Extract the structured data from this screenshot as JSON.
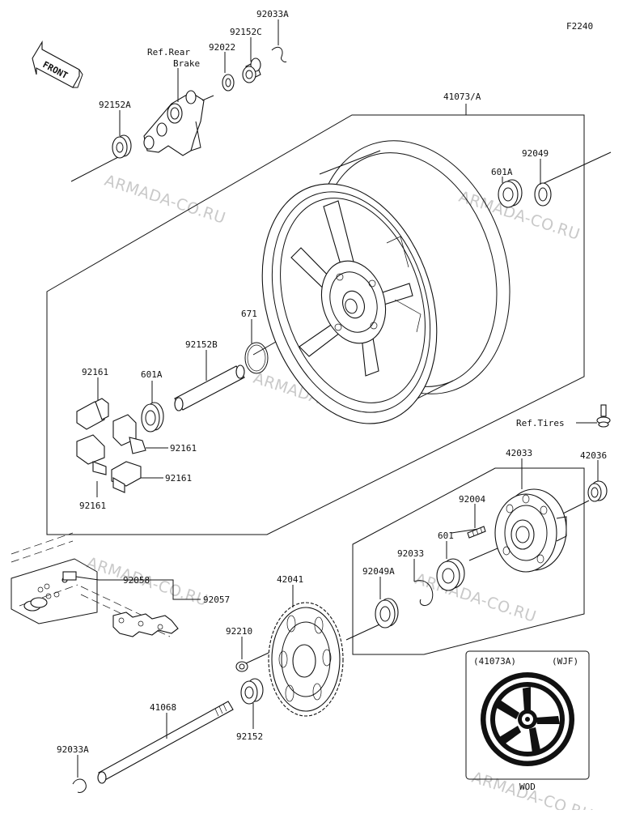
{
  "diagram_code": "F2240",
  "front_label": "FRONT",
  "watermark": "ARMADA-CO.RU",
  "labels": {
    "p92033A_top": "92033A",
    "p92152C": "92152C",
    "p92022": "92022",
    "ref_rear_brake_1": "Ref.Rear",
    "ref_rear_brake_2": "Brake",
    "p92152A": "92152A",
    "p41073A": "41073/A",
    "p92049": "92049",
    "p601A_right": "601A",
    "p671": "671",
    "p92152B": "92152B",
    "p601A_left": "601A",
    "p92161_a": "92161",
    "p92161_b": "92161",
    "p92161_c": "92161",
    "p92161_d": "92161",
    "ref_tires": "Ref.Tires",
    "p42033": "42033",
    "p42036": "42036",
    "p92004": "92004",
    "p601": "601",
    "p92033": "92033",
    "p92049A": "92049A",
    "p42041": "42041",
    "p92058": "92058",
    "p92057": "92057",
    "p92210": "92210",
    "p92152": "92152",
    "p41068": "41068",
    "p92033A_bottom": "92033A"
  },
  "inset": {
    "left_label": "(41073A)",
    "right_label": "(WJF)",
    "bottom_label": "WOD"
  }
}
